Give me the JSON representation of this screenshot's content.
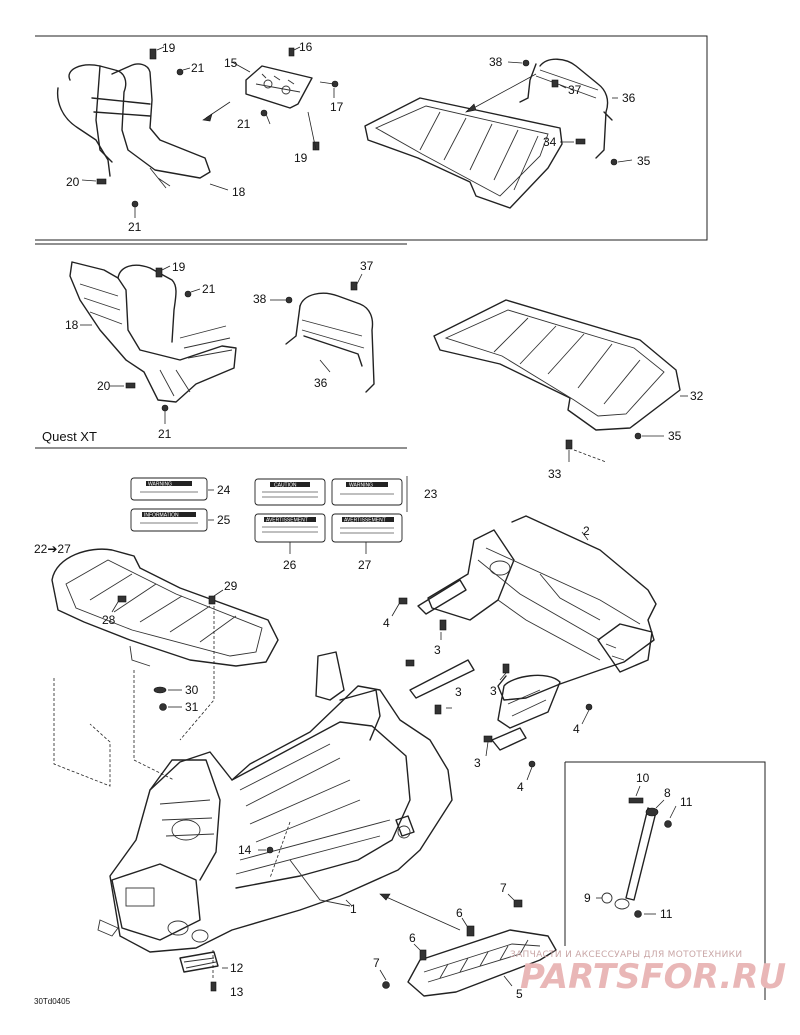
{
  "sections": {
    "quest_xt_label": "Quest XT"
  },
  "drawing_code": "30Td0405",
  "watermark": {
    "caption": "ЗАПЧАСТИ И АКСЕССУАРЫ ДЛЯ МОТОТЕХНИКИ",
    "logo": "PARTSFOR.RU"
  },
  "callouts": {
    "c19a": "19",
    "c21a": "21",
    "c15": "15",
    "c16": "16",
    "c17": "17",
    "c21b": "21",
    "c19b": "19",
    "c20a": "20",
    "c21c": "21",
    "c18a": "18",
    "c38a": "38",
    "c37a": "37",
    "c36a": "36",
    "c34": "34",
    "c35a": "35",
    "c19c": "19",
    "c21d": "21",
    "c18b": "18",
    "c20b": "20",
    "c21e": "21",
    "c37b": "37",
    "c38b": "38",
    "c36b": "36",
    "c32": "32",
    "c35b": "35",
    "c33": "33",
    "c24": "24",
    "c25": "25",
    "c23": "23",
    "c26": "26",
    "c27": "27",
    "c22_27": "22➔27",
    "c29": "29",
    "c28": "28",
    "c30": "30",
    "c31": "31",
    "c2": "2",
    "c4a": "4",
    "c3a": "3",
    "c3b": "3",
    "c3c": "3",
    "c3d": "3",
    "c4b": "4",
    "c4c": "4",
    "c10": "10",
    "c8": "8",
    "c11a": "11",
    "c9": "9",
    "c11b": "11",
    "c14": "14",
    "c1": "1",
    "c7a": "7",
    "c6a": "6",
    "c6b": "6",
    "c7b": "7",
    "c5": "5",
    "c12": "12",
    "c13": "13"
  },
  "decals": {
    "d24": "WARNING",
    "d25": "INFORMATION",
    "d23a": "CAUTION",
    "d23b": "WARNING",
    "d26": "AVERTISSEMENT",
    "d27": "AVERTISSEMENT"
  }
}
